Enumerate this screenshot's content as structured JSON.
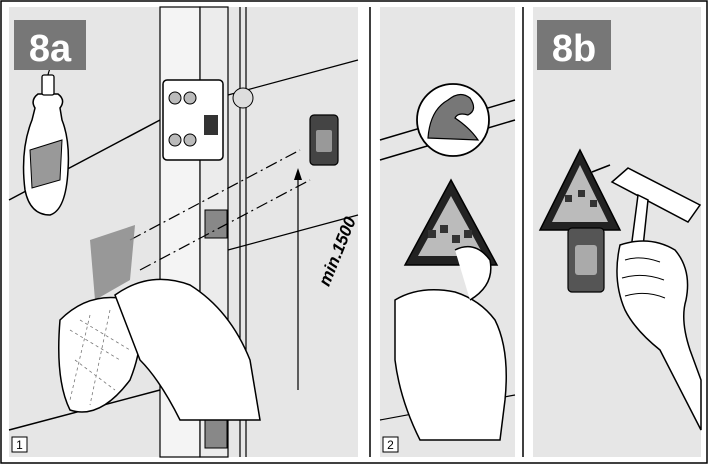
{
  "panels": [
    {
      "badge": "8a",
      "step": "1"
    },
    {
      "badge": "",
      "step": "2"
    },
    {
      "badge": "8b",
      "step": ""
    }
  ],
  "dimension_label": "min.1500",
  "colors": {
    "background": "#e6e6e6",
    "badge": "#777777",
    "line": "#000000"
  },
  "icons": [
    "dish-soap-bottle-icon",
    "door-hinge-icon",
    "shock-sensor-icon",
    "protective-sticker-icon",
    "cleaning-cloth-hand-icon",
    "strong-arm-icon",
    "warning-triangle-sticker-icon",
    "thumb-press-hand-icon",
    "hammer-icon",
    "hand-holding-hammer-icon"
  ]
}
